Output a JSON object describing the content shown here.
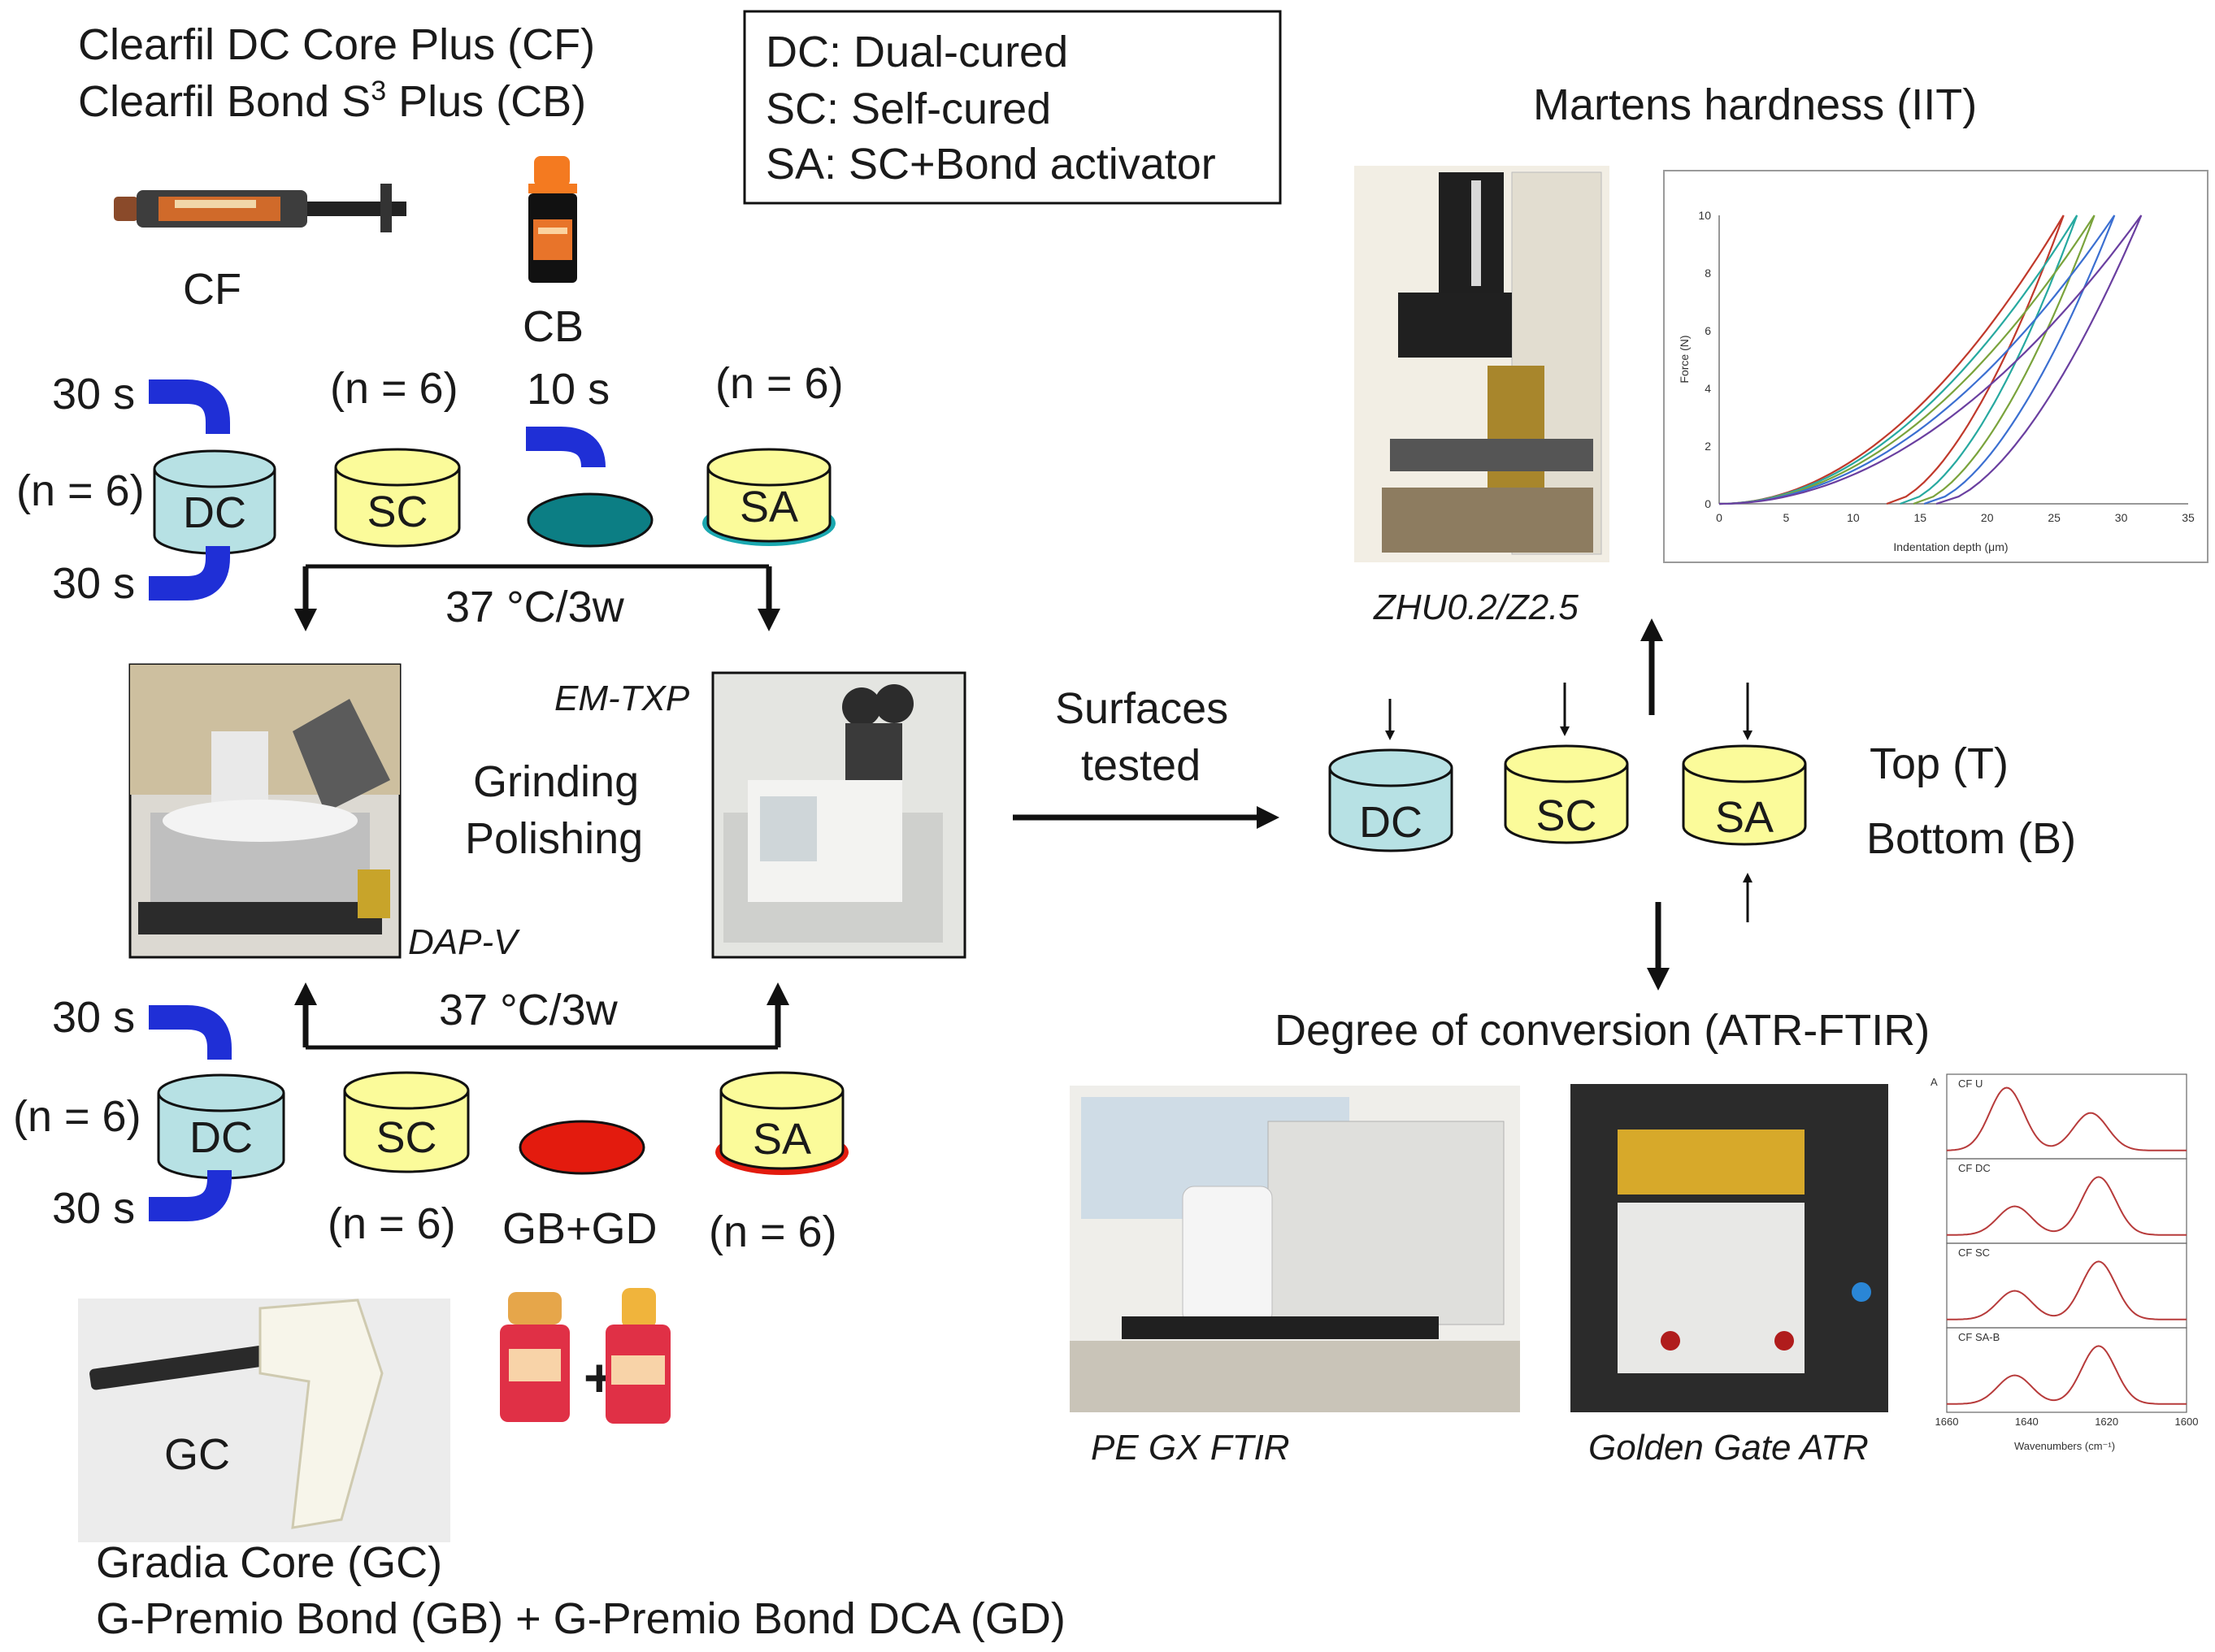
{
  "materials": {
    "cf_name": "Clearfil DC Core Plus (CF)",
    "cb_name_prefix": "Clearfil Bond S",
    "cb_name_sup": "3",
    "cb_name_suffix": " Plus (CB)",
    "cf_short": "CF",
    "cb_short": "CB",
    "cb_time": "10 s",
    "gc_short": "GC",
    "gc_name": "Gradia Core (GC)",
    "gb_gd_name": "G-Premio Bond (GB) + G-Premio Bond DCA (GD)",
    "gb_gd_short": "GB+GD",
    "plus_sign": "+"
  },
  "legend": {
    "line1": "DC: Dual-cured",
    "line2": "SC: Self-cured",
    "line3": "SA: SC+Bond activator"
  },
  "cure": {
    "time": "30 s",
    "n": "(n = 6)",
    "storage": "37 °C/3w"
  },
  "groups": {
    "dc": "DC",
    "sc": "SC",
    "sa": "SA"
  },
  "processing": {
    "grinding": "Grinding",
    "polishing": "Polishing",
    "dap": "DAP-V",
    "em": "EM-TXP",
    "surfaces_line1": "Surfaces",
    "surfaces_line2": "tested",
    "top": "Top (T)",
    "bottom": "Bottom (B)"
  },
  "hardness": {
    "title": "Martens hardness (IIT)",
    "instrument": "ZHU0.2/Z2.5"
  },
  "conversion": {
    "title": "Degree of conversion (ATR-FTIR)",
    "ftir": "PE GX  FTIR",
    "atr": "Golden Gate ATR"
  },
  "chart_data": [
    {
      "type": "line",
      "title": "",
      "xlabel": "Indentation depth (μm)",
      "ylabel": "Force (N)",
      "xlim": [
        0,
        35
      ],
      "ylim": [
        0,
        10
      ],
      "xticks": [
        "0",
        "5",
        "10",
        "15",
        "20",
        "25",
        "30",
        "35"
      ],
      "yticks": [
        "0",
        "2",
        "4",
        "6",
        "8",
        "10"
      ],
      "series": [
        {
          "color": "#c0392b",
          "peak_depth": 25.7,
          "residual_depth": 12.5
        },
        {
          "color": "#27a9a0",
          "peak_depth": 26.7,
          "residual_depth": 13.5
        },
        {
          "color": "#7aa33c",
          "peak_depth": 28.0,
          "residual_depth": 14.5
        },
        {
          "color": "#3b6fd1",
          "peak_depth": 29.5,
          "residual_depth": 15.3
        },
        {
          "color": "#6a3fa0",
          "peak_depth": 31.5,
          "residual_depth": 16.2
        }
      ]
    },
    {
      "type": "line",
      "title": "",
      "xlabel": "Wavenumbers (cm⁻¹)",
      "ylabel": "A",
      "xlim": [
        1660,
        1600
      ],
      "xticks": [
        "1660",
        "1640",
        "1620",
        "1600"
      ],
      "panels": [
        {
          "label": "CF U",
          "peaks": [
            {
              "x": 1645,
              "h": 0.92
            },
            {
              "x": 1624,
              "h": 0.55
            }
          ]
        },
        {
          "label": "CF DC",
          "peaks": [
            {
              "x": 1643,
              "h": 0.42
            },
            {
              "x": 1622,
              "h": 0.85
            }
          ]
        },
        {
          "label": "CF SC",
          "peaks": [
            {
              "x": 1643,
              "h": 0.42
            },
            {
              "x": 1622,
              "h": 0.85
            }
          ]
        },
        {
          "label": "CF SA-B",
          "peaks": [
            {
              "x": 1643,
              "h": 0.42
            },
            {
              "x": 1622,
              "h": 0.85
            }
          ]
        }
      ]
    }
  ]
}
